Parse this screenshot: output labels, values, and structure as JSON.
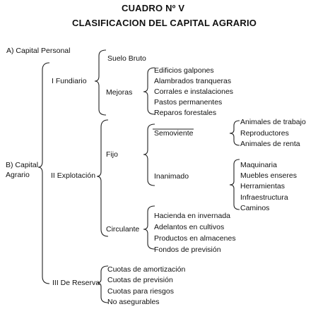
{
  "title": "CUADRO Nº V",
  "subtitle": "CLASIFICACION DEL CAPITAL AGRARIO",
  "capital_personal": "A) Capital Personal",
  "capital_agrario": [
    "B) Capital",
    "Agrario"
  ],
  "fundiario": {
    "label": "I Fundiario",
    "suelo_bruto": "Suelo Bruto",
    "mejoras": {
      "label": "Mejoras",
      "items": [
        "Edificios galpones",
        "Alambrados tranqueras",
        "Corrales e instalaciones",
        "Pastos permanentes",
        "Reparos forestales"
      ]
    }
  },
  "explotacion": {
    "label": "II Explotación",
    "fijo": {
      "label": "Fijo",
      "semoviente": {
        "label": "Semoviente",
        "items": [
          "Animales de trabajo",
          "Reproductores",
          "Animales de renta"
        ]
      },
      "inanimado": {
        "label": "Inanimado",
        "items": [
          "Maquinaria",
          "Muebles enseres",
          "Herramientas",
          "Infraestructura",
          "Caminos"
        ]
      }
    },
    "circulante": {
      "label": "Circulante",
      "items": [
        "Hacienda en invernada",
        "Adelantos en cultivos",
        "Productos en almacenes",
        "Fondos de previsión"
      ]
    }
  },
  "reserva": {
    "label": "III De Reserva",
    "items": [
      "Cuotas de amortización",
      "Cuotas de previsión",
      "Cuotas para riesgos",
      "No asegurables"
    ]
  }
}
